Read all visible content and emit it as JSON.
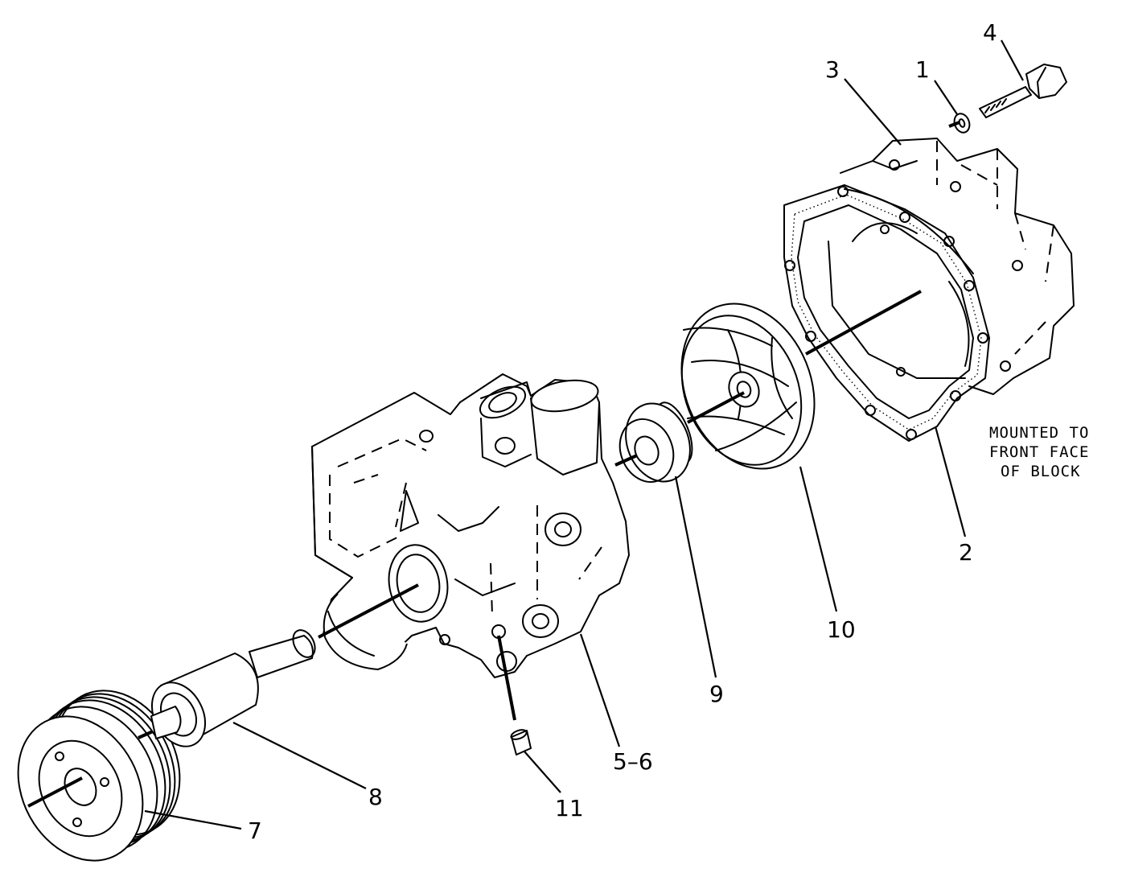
{
  "callouts": {
    "c1": "1",
    "c2": "2",
    "c3": "3",
    "c4": "4",
    "c5_6": "5–6",
    "c7": "7",
    "c8": "8",
    "c9": "9",
    "c10": "10",
    "c11": "11"
  },
  "note": {
    "line1": "MOUNTED TO",
    "line2": "FRONT FACE",
    "line3": "OF BLOCK"
  }
}
